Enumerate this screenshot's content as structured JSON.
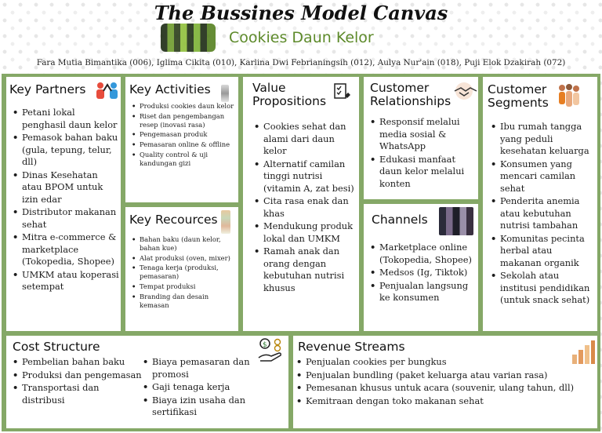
{
  "header": {
    "title": "The Bussines Model Canvas",
    "subtitle": "Cookies Daun Kelor",
    "authors": "Fara Mutia Bimantika (006), Iglima Cikita (010), Karlina Dwi Febrianingsih (012), Aulya Nur'ain (018), Puji Elok Dzakirah (072)"
  },
  "key_partners": {
    "title": "Key Partners",
    "icon": "partners-icon",
    "items": [
      "Petani lokal penghasil daun kelor",
      "Pemasok bahan baku (gula, tepung, telur, dll)",
      "Dinas Kesehatan atau BPOM untuk izin edar",
      "Distributor makanan sehat",
      "Mitra e-commerce & marketplace (Tokopedia, Shopee)",
      "UMKM atau koperasi setempat"
    ]
  },
  "key_activities": {
    "title": "Key Activities",
    "items": [
      "Produksi cookies daun kelor",
      "Riset dan pengembangan resep (inovasi rasa)",
      "Pengemasan produk",
      "Pemasaran online & offline",
      "Quality control & uji kandungan gizi"
    ]
  },
  "key_resources": {
    "title": "Key Recources",
    "items": [
      "Bahan baku (daun kelor, bahan kue)",
      "Alat produksi (oven, mixer)",
      "Tenaga kerja (produksi, pemasaran)",
      "Tempat produksi",
      "Branding dan desain kemasan"
    ]
  },
  "value_propositions": {
    "title": "Value Propositions",
    "icon": "checklist-icon",
    "items": [
      "Cookies sehat dan alami dari daun kelor",
      "Alternatif camilan tinggi nutrisi (vitamin A, zat besi)",
      "Cita rasa enak dan khas",
      "Mendukung produk lokal dan UMKM",
      "Ramah anak dan orang dengan kebutuhan nutrisi khusus"
    ]
  },
  "customer_relationships": {
    "title": "Customer Relationships",
    "icon": "handshake-icon",
    "items": [
      "Responsif melalui media sosial & WhatsApp",
      "Edukasi manfaat daun kelor melalui konten"
    ]
  },
  "channels": {
    "title": "Channels",
    "items": [
      "Marketplace online (Tokopedia, Shopee)",
      "Medsos (Ig, Tiktok)",
      "Penjualan langsung ke konsumen"
    ]
  },
  "customer_segments": {
    "title": "Customer Segments",
    "icon": "people-icon",
    "items": [
      "Ibu rumah tangga yang peduli kesehatan keluarga",
      "Konsumen yang mencari camilan sehat",
      "Penderita anemia atau kebutuhan nutrisi tambahan",
      "Komunitas pecinta herbal atau makanan organik",
      "Sekolah atau institusi pendidikan (untuk snack sehat)"
    ]
  },
  "cost_structure": {
    "title": "Cost Structure",
    "icon": "money-hand-icon",
    "items_left": [
      "Pembelian bahan baku",
      "Produksi dan pengemasan",
      "Transportasi dan distribusi"
    ],
    "items_right": [
      "Biaya pemasaran dan promosi",
      "Gaji tenaga kerja",
      "Biaya izin usaha dan sertifikasi"
    ]
  },
  "revenue_streams": {
    "title": "Revenue Streams",
    "icon": "revenue-chart-icon",
    "items": [
      "Penjualan cookies per bungkus",
      "Penjualan bundling (paket keluarga atau varian rasa)",
      "Pemesanan khusus untuk acara (souvenir, ulang tahun, dll)",
      "Kemitraan dengan toko makanan sehat"
    ]
  },
  "colors": {
    "frame_green": "#85a867",
    "subtitle_green": "#5d8a2a"
  }
}
